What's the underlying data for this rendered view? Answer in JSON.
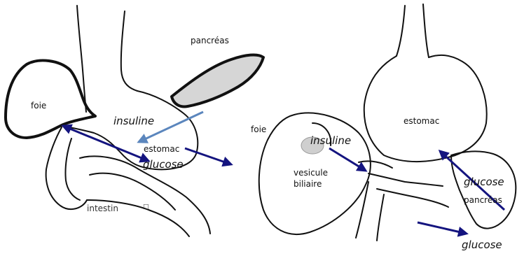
{
  "colors": {
    "outline": "#111111",
    "pancreas_fill": "#d6d6d6",
    "arrow_dark": "#14147f",
    "arrow_light": "#5b86bd",
    "vesicle_fill": "#cfcfcf"
  },
  "left_panel": {
    "pancreas_label": "pancréas",
    "liver_label": "foie",
    "stomach_label": "estomac",
    "insulin_label": "insuline",
    "glucose_label": "glucose",
    "intestine_label": "intestin",
    "intestine_marker": "□"
  },
  "right_panel": {
    "liver_label": "foie",
    "stomach_label": "estomac",
    "insulin_label": "insuline",
    "gallbladder_label_line1": "vesicule",
    "gallbladder_label_line2": "biliaire",
    "glucose_label_1": "glucose",
    "pancreas_label": "pancréas",
    "glucose_label_2": "glucose"
  }
}
